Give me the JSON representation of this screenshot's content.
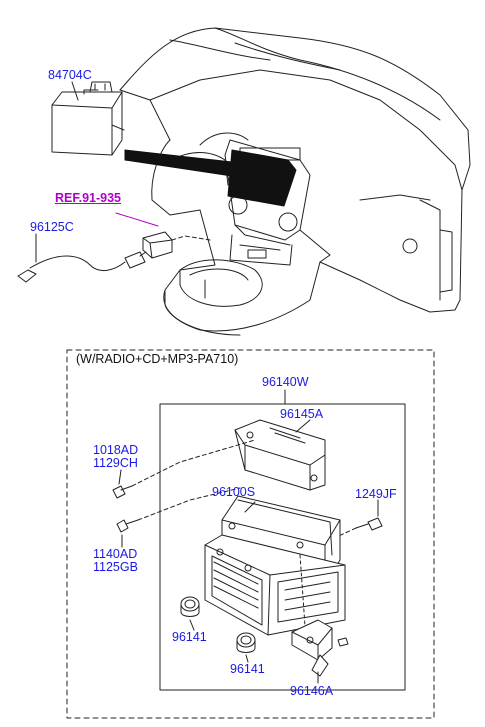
{
  "colors": {
    "part_label": "#1a1ae6",
    "reference_label": "#b000c8",
    "line": "#222222"
  },
  "upper_assembly": {
    "display_monitor": "84704C",
    "reference": "REF.91-935",
    "cable": "96125C"
  },
  "radio_kit": {
    "box_title": "(W/RADIO+CD+MP3-PA710)",
    "head_unit": "96140W",
    "side_bracket": "96145A",
    "bolt_upper_a": "1018AD",
    "bolt_upper_b": "1129CH",
    "screw_right": "1249JF",
    "bolt_lower_a": "1140AD",
    "bolt_lower_b": "1125GB",
    "deck_unit": "96100S",
    "knob_left": "96141",
    "knob_right": "96141",
    "lower_bracket": "96146A"
  }
}
